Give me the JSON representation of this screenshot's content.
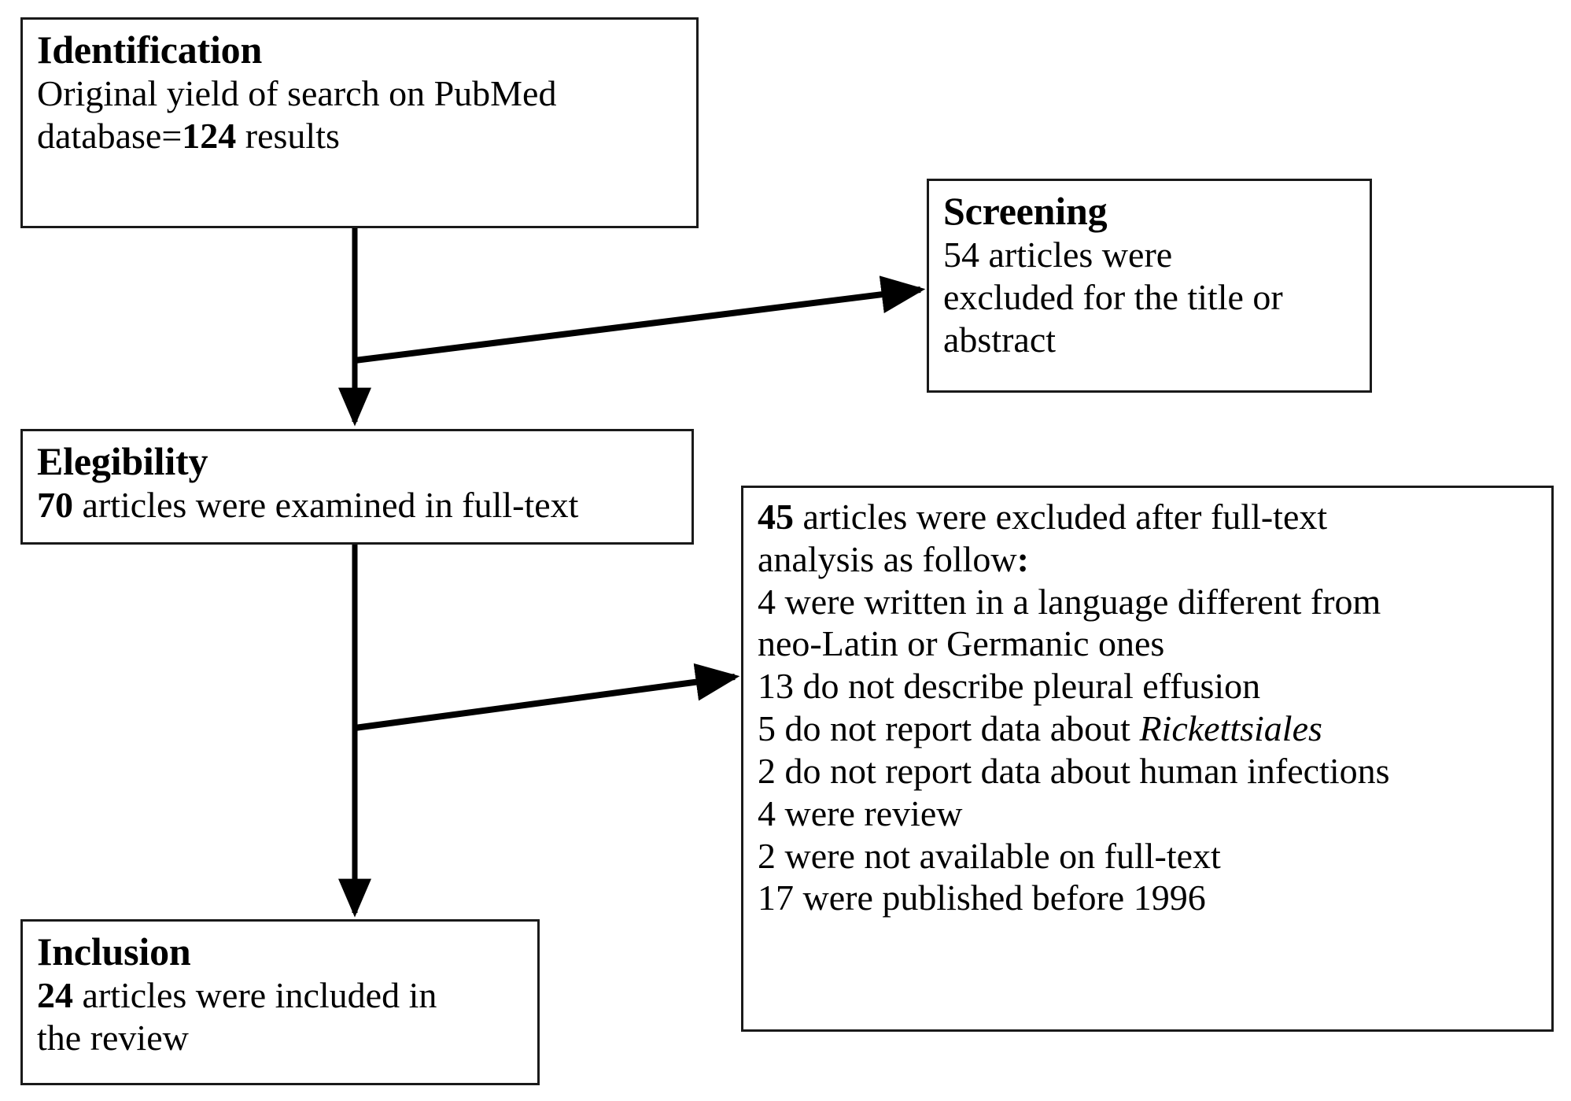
{
  "diagram": {
    "title": "PRISMA study selection flow diagram",
    "line_color": "#000000",
    "box_border_color": "#1a1a1a",
    "background": "#ffffff"
  },
  "boxes": {
    "identification": {
      "heading": "Identification",
      "line1": "Original yield of search on PubMed",
      "line2_prefix": "database=",
      "line2_number": "124",
      "line2_suffix": " results"
    },
    "screening": {
      "heading": "Screening",
      "line1": "54 articles were",
      "line2": "excluded for the title or",
      "line3": "abstract"
    },
    "elegibility": {
      "heading": "Elegibility",
      "line1_number": "70",
      "line1_text": " articles were examined in full-text"
    },
    "exclusions": {
      "intro_number": "45",
      "intro_text": " articles were excluded after full-text",
      "intro_line2": "analysis as follow",
      "intro_colon": ":",
      "items": [
        {
          "text": "4 were written in a language different from",
          "italic": ""
        },
        {
          "text": "neo-Latin or Germanic ones",
          "italic": ""
        },
        {
          "text": "13 do not describe pleural effusion",
          "italic": ""
        },
        {
          "text": "5 do not report data about ",
          "italic": "Rickettsiales"
        },
        {
          "text": "2 do not report data about human infections",
          "italic": ""
        },
        {
          "text": "4 were review",
          "italic": ""
        },
        {
          "text": "2 were not available on full-text",
          "italic": ""
        },
        {
          "text": "17 were published before 1996",
          "italic": ""
        }
      ]
    },
    "inclusion": {
      "heading": "Inclusion",
      "line1_number": "24",
      "line1_text": " articles were included in",
      "line2": "the review"
    }
  },
  "connectors": [
    {
      "name": "identification-to-elegibility",
      "type": "arrow-down"
    },
    {
      "name": "identification-to-screening",
      "type": "arrow-diagonal-up-right"
    },
    {
      "name": "elegibility-to-inclusion",
      "type": "arrow-down"
    },
    {
      "name": "elegibility-to-exclusions",
      "type": "arrow-diagonal-up-right"
    }
  ]
}
